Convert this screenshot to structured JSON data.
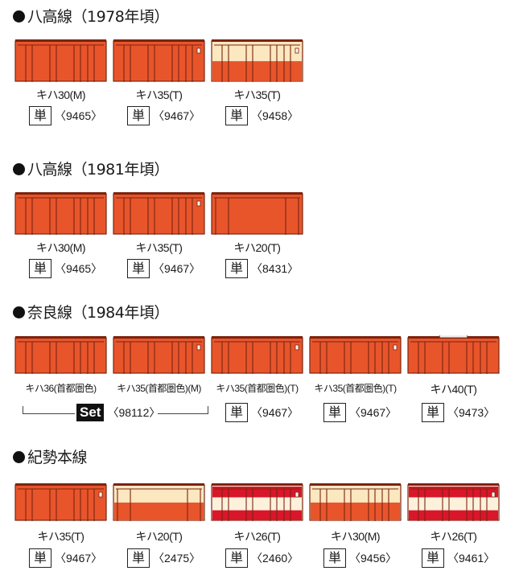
{
  "sections": [
    {
      "title": "八高線（1978年頃）",
      "cars": [
        {
          "name": "キハ30(M)",
          "single": "単",
          "code": "〈9465〉",
          "livery": "red",
          "icon": "railcar-kiha30-icon"
        },
        {
          "name": "キハ35(T)",
          "single": "単",
          "code": "〈9467〉",
          "livery": "red",
          "icon": "railcar-kiha35-icon"
        },
        {
          "name": "キハ35(T)",
          "single": "単",
          "code": "〈9458〉",
          "livery": "cream-red",
          "icon": "railcar-kiha35-icon"
        }
      ]
    },
    {
      "title": "八高線（1981年頃）",
      "cars": [
        {
          "name": "キハ30(M)",
          "single": "単",
          "code": "〈9465〉",
          "livery": "red",
          "icon": "railcar-kiha30-icon"
        },
        {
          "name": "キハ35(T)",
          "single": "単",
          "code": "〈9467〉",
          "livery": "red",
          "icon": "railcar-kiha35-icon"
        },
        {
          "name": "キハ20(T)",
          "single": "単",
          "code": "〈8431〉",
          "livery": "red",
          "icon": "railcar-kiha20-icon"
        }
      ]
    },
    {
      "title": "奈良線（1984年頃）",
      "cars": [
        {
          "name": "キハ36(首都圏色)",
          "livery": "red",
          "icon": "railcar-kiha36-icon"
        },
        {
          "name": "キハ35(首都圏色)(M)",
          "livery": "red",
          "icon": "railcar-kiha35-icon"
        },
        {
          "name": "キハ35(首都圏色)(T)",
          "single": "単",
          "code": "〈9467〉",
          "livery": "red",
          "icon": "railcar-kiha35-icon"
        },
        {
          "name": "キハ35(首都圏色)(T)",
          "single": "単",
          "code": "〈9467〉",
          "livery": "red",
          "icon": "railcar-kiha35-icon"
        },
        {
          "name": "キハ40(T)",
          "single": "単",
          "code": "〈9473〉",
          "livery": "red",
          "icon": "railcar-kiha40-icon"
        }
      ],
      "set": {
        "badge": "Set",
        "code": "〈98112〉"
      }
    },
    {
      "title": "紀勢本線",
      "cars": [
        {
          "name": "キハ35(T)",
          "single": "単",
          "code": "〈9467〉",
          "livery": "red",
          "icon": "railcar-kiha35-icon"
        },
        {
          "name": "キハ20(T)",
          "single": "単",
          "code": "〈2475〉",
          "livery": "cream-red",
          "icon": "railcar-kiha20-icon"
        },
        {
          "name": "キハ26(T)",
          "single": "単",
          "code": "〈2460〉",
          "livery": "express",
          "icon": "railcar-kiha26-icon"
        },
        {
          "name": "キハ30(M)",
          "single": "単",
          "code": "〈9456〉",
          "livery": "cream-red",
          "icon": "railcar-kiha30-icon"
        },
        {
          "name": "キハ26(T)",
          "single": "単",
          "code": "〈9461〉",
          "livery": "express",
          "icon": "railcar-kiha26-icon"
        }
      ]
    }
  ],
  "colors": {
    "vermilion": "#e8552b",
    "outline": "#7a2410",
    "cream": "#fbe7c0",
    "express_red": "#d9162a",
    "express_cream": "#fdf1dc"
  }
}
